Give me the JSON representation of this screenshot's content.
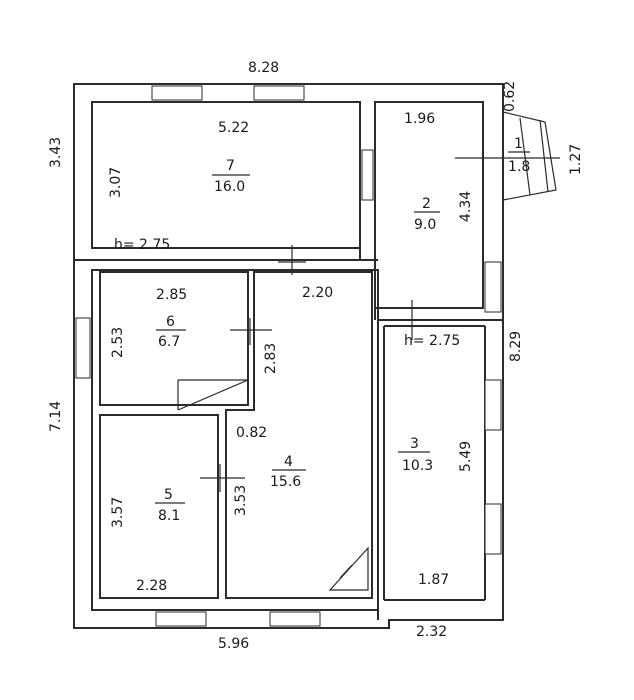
{
  "dimensions": {
    "overall_top": "8.28",
    "overall_bottom_left": "5.96",
    "overall_bottom_right": "2.32",
    "left_upper": "3.43",
    "left_lower": "7.14",
    "right_overall": "8.29",
    "porch_width": "0.62",
    "porch_depth": "1.27"
  },
  "ceiling_heights": [
    "h= 2.75",
    "h= 2.75"
  ],
  "rooms": [
    {
      "number": "7",
      "area": "16.0",
      "width": "5.22",
      "depth": "3.07"
    },
    {
      "number": "2",
      "area": "9.0",
      "width": "1.96",
      "depth": "4.34"
    },
    {
      "number": "1",
      "area": "1.8"
    },
    {
      "number": "6",
      "area": "6.7",
      "width": "2.85",
      "depth": "2.53",
      "side": "2.83"
    },
    {
      "number": "4",
      "area": "15.6",
      "width": "2.20",
      "depth": "3.53",
      "step": "0.82"
    },
    {
      "number": "5",
      "area": "8.1",
      "width": "2.28",
      "depth": "3.57"
    },
    {
      "number": "3",
      "area": "10.3",
      "width": "1.87",
      "depth": "5.49"
    }
  ]
}
